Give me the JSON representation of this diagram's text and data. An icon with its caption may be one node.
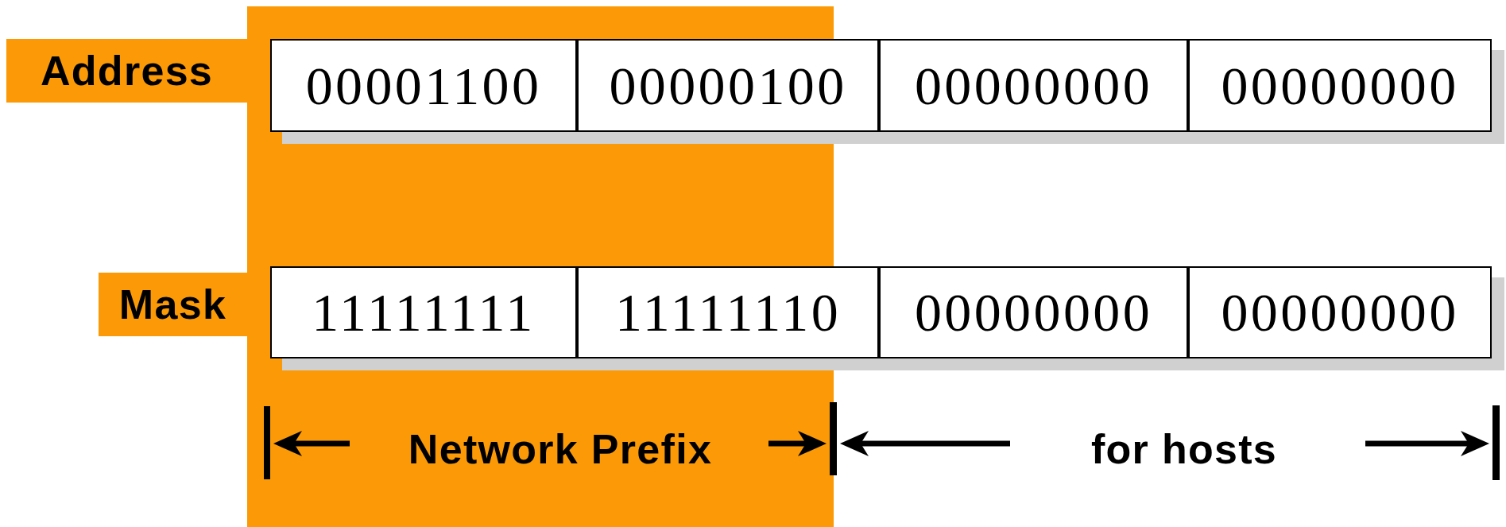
{
  "diagram": {
    "nodes": [
      {
        "text": [
          "Address"
        ]
      },
      {
        "text": [
          "00001100"
        ]
      },
      {
        "text": [
          "00000100"
        ]
      },
      {
        "text": [
          "00000000"
        ]
      },
      {
        "text": [
          "00000000"
        ]
      },
      {
        "text": [
          "Mask"
        ]
      },
      {
        "text": [
          "11111111"
        ]
      },
      {
        "text": [
          "11111110"
        ]
      },
      {
        "text": [
          "00000000"
        ]
      },
      {
        "text": [
          "00000000"
        ]
      }
    ],
    "labels": [
      "Network Prefix",
      "for hosts"
    ]
  }
}
